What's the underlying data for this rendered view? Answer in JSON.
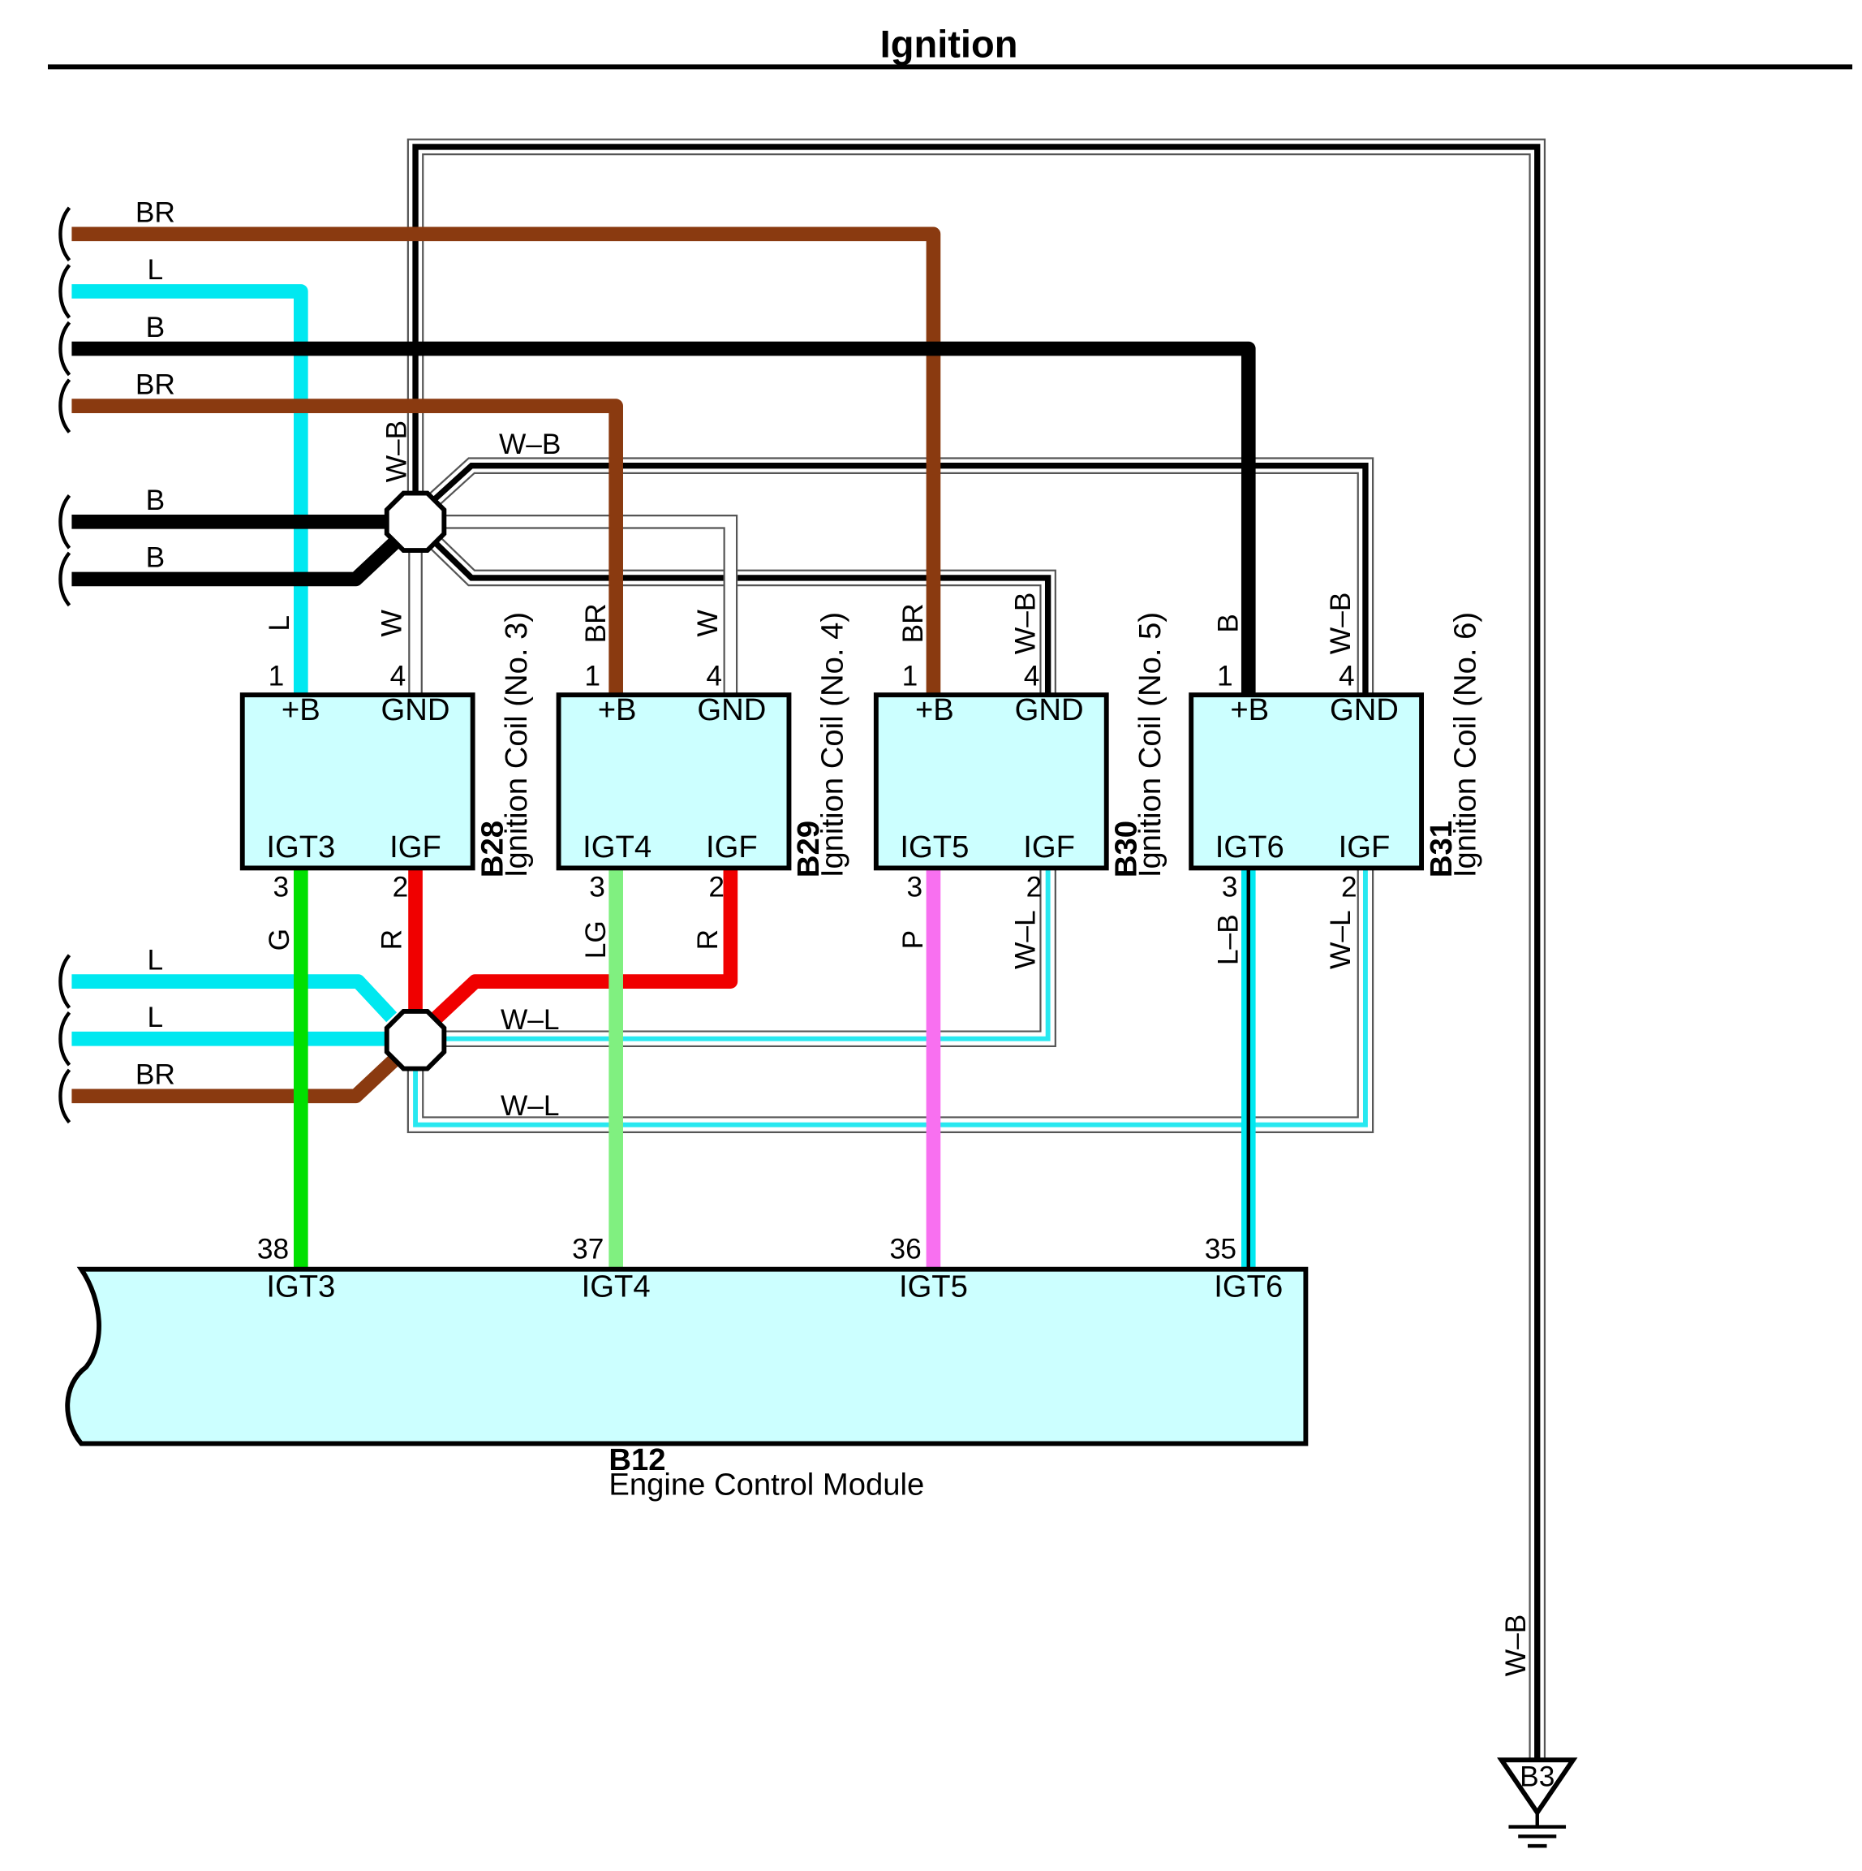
{
  "title": "Ignition",
  "colors": {
    "BR": "#8a3a10",
    "L": "#00e8f0",
    "B": "#000000",
    "W": "#ffffff",
    "G": "#00e000",
    "LG": "#80f080",
    "R": "#f00000",
    "P": "#f870f0",
    "W-L_stripe": "#28e8f0",
    "component_fill": "#ccffff"
  },
  "left_wires": [
    "BR",
    "L",
    "B",
    "BR",
    "B",
    "B",
    "L",
    "L",
    "BR"
  ],
  "splice_labels": {
    "upper_vertical": "W–B",
    "upper_branch": "W–B",
    "lower_branch": "W–L",
    "lower_bottom": "W–L"
  },
  "coils": [
    {
      "id": "B28",
      "name": "Ignition Coil (No. 3)",
      "terminals": {
        "tl": "+B",
        "tr": "GND",
        "bl": "IGT3",
        "br": "IGF"
      },
      "pins": {
        "tl": "1",
        "tr": "4",
        "bl": "3",
        "br": "2"
      },
      "wires": {
        "tl": "L",
        "tr": "W",
        "bl": "G",
        "br": "R"
      }
    },
    {
      "id": "B29",
      "name": "Ignition Coil (No. 4)",
      "terminals": {
        "tl": "+B",
        "tr": "GND",
        "bl": "IGT4",
        "br": "IGF"
      },
      "pins": {
        "tl": "1",
        "tr": "4",
        "bl": "3",
        "br": "2"
      },
      "wires": {
        "tl": "BR",
        "tr": "W",
        "bl": "LG",
        "br": "R"
      }
    },
    {
      "id": "B30",
      "name": "Ignition Coil (No. 5)",
      "terminals": {
        "tl": "+B",
        "tr": "GND",
        "bl": "IGT5",
        "br": "IGF"
      },
      "pins": {
        "tl": "1",
        "tr": "4",
        "bl": "3",
        "br": "2"
      },
      "wires": {
        "tl": "BR",
        "tr": "W–B",
        "bl": "P",
        "br": "W–L"
      }
    },
    {
      "id": "B31",
      "name": "Ignition Coil (No. 6)",
      "terminals": {
        "tl": "+B",
        "tr": "GND",
        "bl": "IGT6",
        "br": "IGF"
      },
      "pins": {
        "tl": "1",
        "tr": "4",
        "bl": "3",
        "br": "2"
      },
      "wires": {
        "tl": "B",
        "tr": "W–B",
        "bl": "L–B",
        "br": "W–L"
      }
    }
  ],
  "ecm": {
    "id": "B12",
    "name": "Engine Control Module",
    "terminals": [
      {
        "pin": "38",
        "label": "IGT3"
      },
      {
        "pin": "37",
        "label": "IGT4"
      },
      {
        "pin": "36",
        "label": "IGT5"
      },
      {
        "pin": "35",
        "label": "IGT6"
      }
    ]
  },
  "ground": {
    "wire": "W–B",
    "id": "B3"
  }
}
